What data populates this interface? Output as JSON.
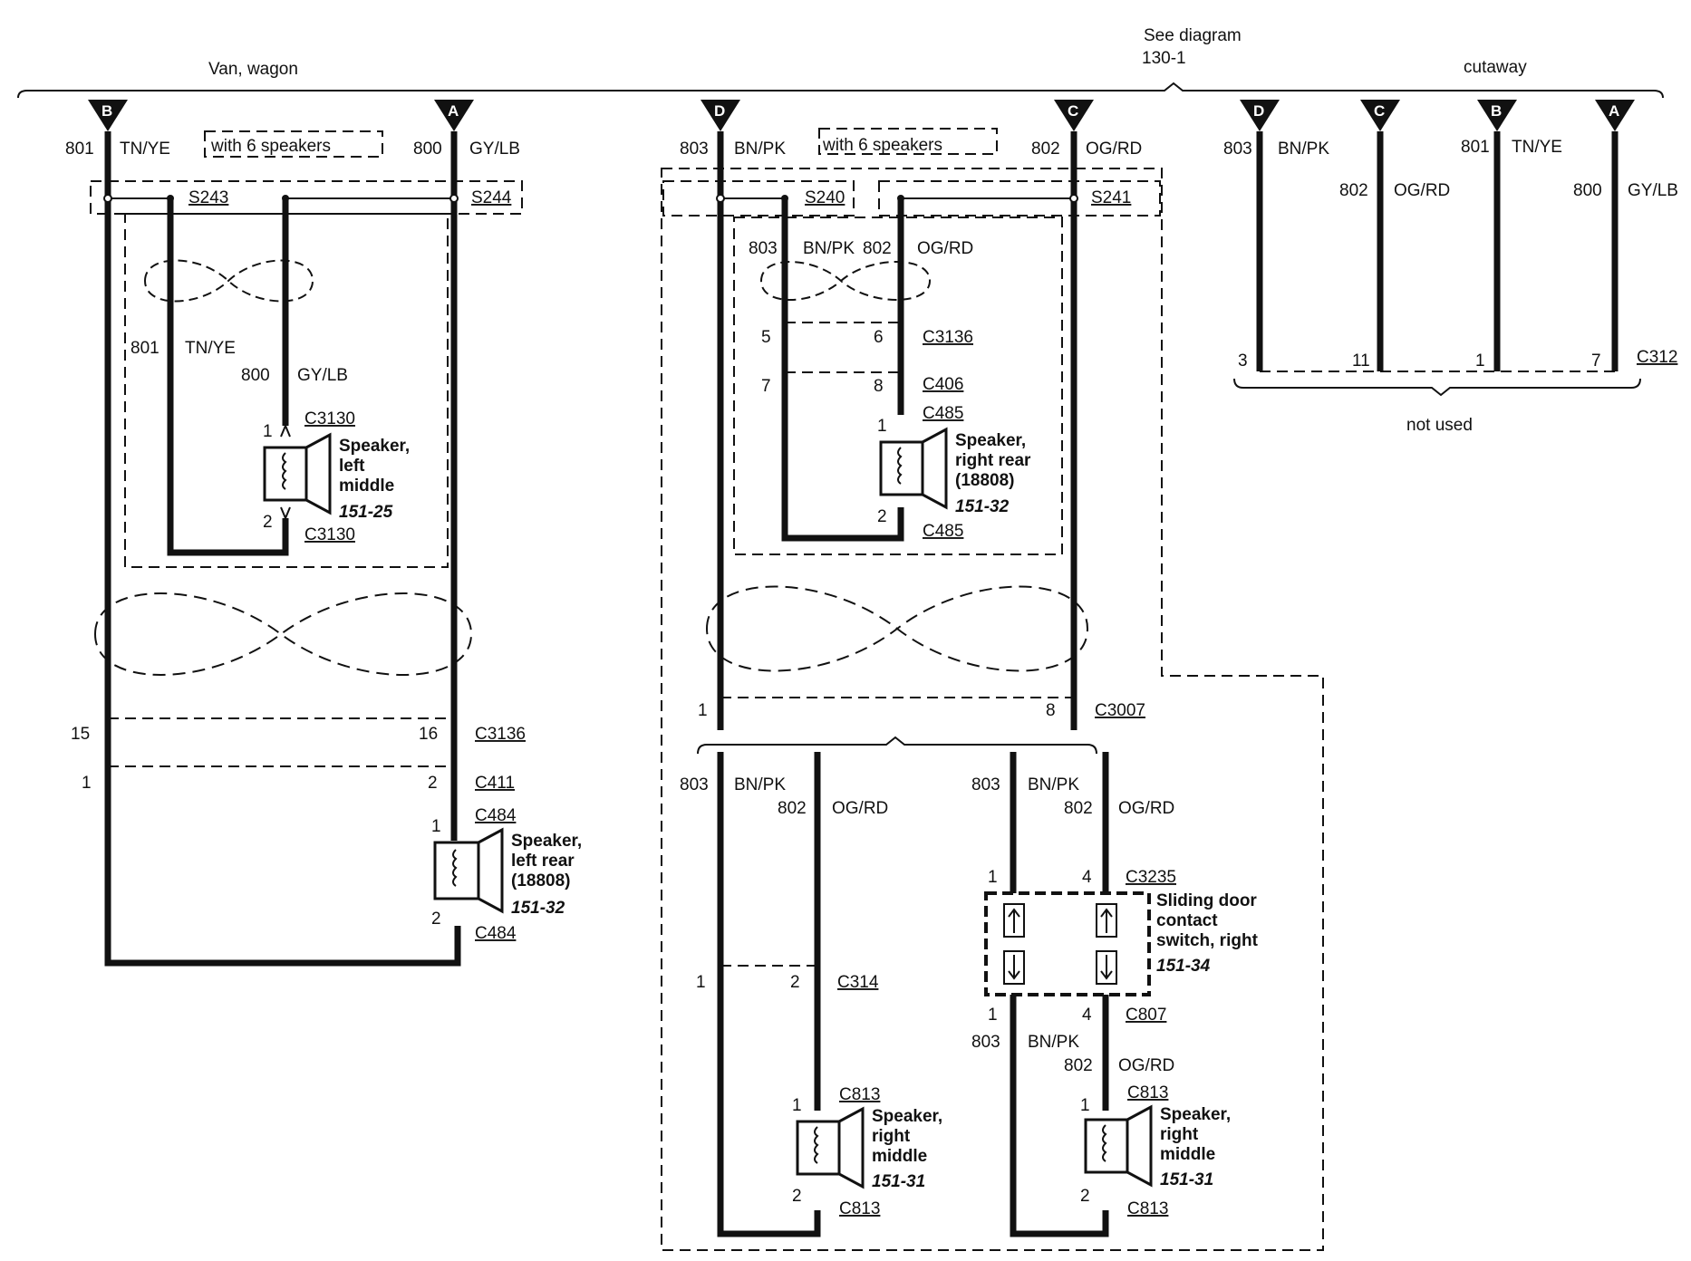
{
  "header": {
    "van_wagon": "Van, wagon",
    "see_diagram_1": "See diagram",
    "see_diagram_2": "130-1",
    "cutaway": "cutaway"
  },
  "tags": {
    "with6_left": "with 6 speakers",
    "with6_mid": "with 6 speakers",
    "not_used": "not used"
  },
  "pins": {
    "A": "A",
    "B": "B",
    "C": "C",
    "D": "D"
  },
  "circuits": {
    "c800": "800",
    "c801": "801",
    "c802": "802",
    "c803": "803",
    "gylb": "GY/LB",
    "tnye": "TN/YE",
    "ogrd": "OG/RD",
    "bnpk": "BN/PK"
  },
  "splices": {
    "s243": "S243",
    "s244": "S244",
    "s240": "S240",
    "s241": "S241"
  },
  "connectors": {
    "c3130": "C3130",
    "c3136": "C3136",
    "c411": "C411",
    "c484": "C484",
    "c406": "C406",
    "c485": "C485",
    "c3007": "C3007",
    "c314": "C314",
    "c813": "C813",
    "c3235": "C3235",
    "c807": "C807",
    "c312": "C312"
  },
  "pin_numbers": {
    "p1": "1",
    "p2": "2",
    "p3": "3",
    "p4": "4",
    "p5": "5",
    "p6": "6",
    "p7": "7",
    "p8": "8",
    "p11": "11",
    "p15": "15",
    "p16": "16"
  },
  "components": {
    "spk_lm_1": "Speaker,",
    "spk_lm_2": "left",
    "spk_lm_3": "middle",
    "spk_lm_ref": "151-25",
    "spk_rr_1": "Speaker,",
    "spk_rr_2": "right rear",
    "spk_rr_3": "(18808)",
    "spk_rr_ref": "151-32",
    "spk_lr_1": "Speaker,",
    "spk_lr_2": "left rear",
    "spk_lr_3": "(18808)",
    "spk_lr_ref": "151-32",
    "spk_rm_1": "Speaker,",
    "spk_rm_2": "right",
    "spk_rm_3": "middle",
    "spk_rm_ref": "151-31",
    "sw_1": "Sliding door",
    "sw_2": "contact",
    "sw_3": "switch, right",
    "sw_ref": "151-34"
  }
}
